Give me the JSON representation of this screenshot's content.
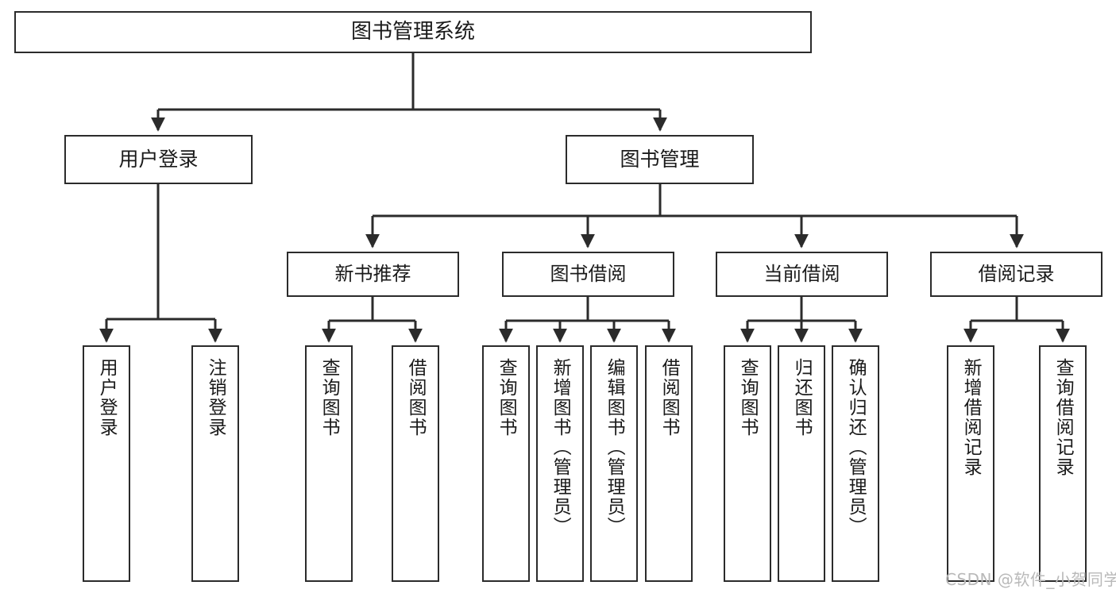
{
  "diagram": {
    "title": "图书管理系统",
    "watermark": "CSDN @软件_小贺同学",
    "style": {
      "stroke": "#2b2b2b",
      "fill": "#ffffff",
      "text": "#1a1a1a",
      "watermark_color": "#b9b9b9"
    },
    "nodes": {
      "root": {
        "label": "图书管理系统"
      },
      "l1": [
        {
          "label": "用户登录"
        },
        {
          "label": "图书管理"
        }
      ],
      "l2": [
        {
          "label": "新书推荐"
        },
        {
          "label": "图书借阅"
        },
        {
          "label": "当前借阅"
        },
        {
          "label": "借阅记录"
        }
      ],
      "leaves": {
        "user_login": [
          {
            "label": "用户登录"
          },
          {
            "label": "注销登录"
          }
        ],
        "new_books": [
          {
            "label": "查询图书"
          },
          {
            "label": "借阅图书"
          }
        ],
        "borrow_books": [
          {
            "label": "查询图书"
          },
          {
            "label": "新增图书（管理员）"
          },
          {
            "label": "编辑图书（管理员）"
          },
          {
            "label": "借阅图书"
          }
        ],
        "current_borrow": [
          {
            "label": "查询图书"
          },
          {
            "label": "归还图书"
          },
          {
            "label": "确认归还（管理员）"
          }
        ],
        "borrow_records": [
          {
            "label": "新增借阅记录"
          },
          {
            "label": "查询借阅记录"
          }
        ]
      }
    }
  }
}
